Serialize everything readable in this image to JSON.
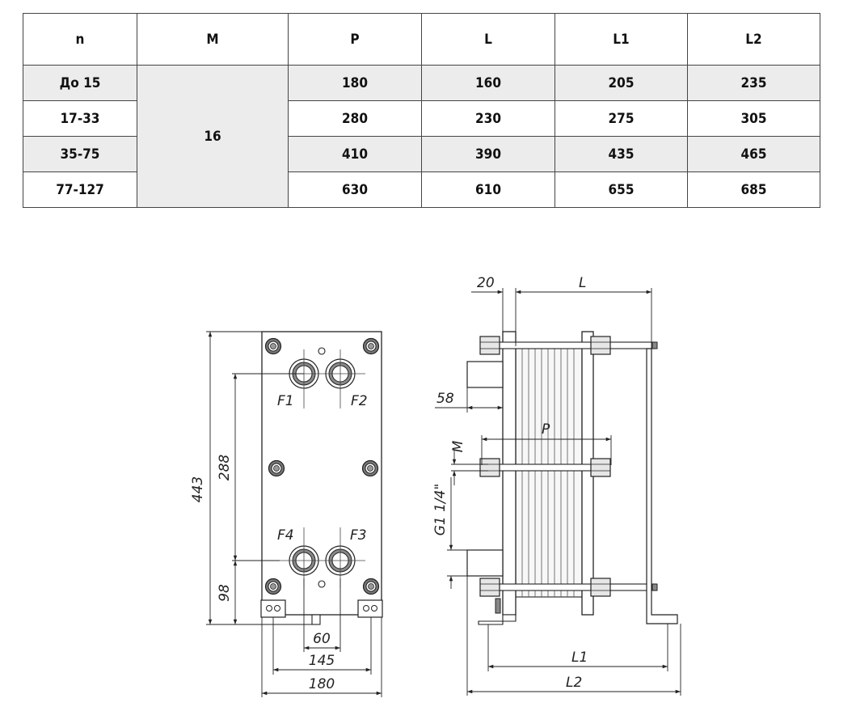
{
  "table": {
    "headers": [
      "n",
      "M",
      "P",
      "L",
      "L1",
      "L2"
    ],
    "m_value": "16",
    "rows": [
      {
        "n": "До 15",
        "P": "180",
        "L": "160",
        "L1": "205",
        "L2": "235"
      },
      {
        "n": "17-33",
        "P": "280",
        "L": "230",
        "L1": "275",
        "L2": "305"
      },
      {
        "n": "35-75",
        "P": "410",
        "L": "390",
        "L1": "435",
        "L2": "465"
      },
      {
        "n": "77-127",
        "P": "630",
        "L": "610",
        "L1": "655",
        "L2": "685"
      }
    ]
  },
  "front_view": {
    "port_labels": [
      "F1",
      "F2",
      "F4",
      "F3"
    ],
    "dimensions": {
      "height": "443",
      "port_spacing": "288",
      "bottom_port": "98",
      "drain": "60",
      "foot_spacing": "145",
      "width": "180"
    }
  },
  "side_view": {
    "dimensions": {
      "top_offset": "20",
      "length": "L",
      "nozzle": "58",
      "plates": "P",
      "bolt": "M",
      "thread": "G1 1/4\"",
      "foot_length": "L1",
      "overall_length": "L2"
    }
  }
}
